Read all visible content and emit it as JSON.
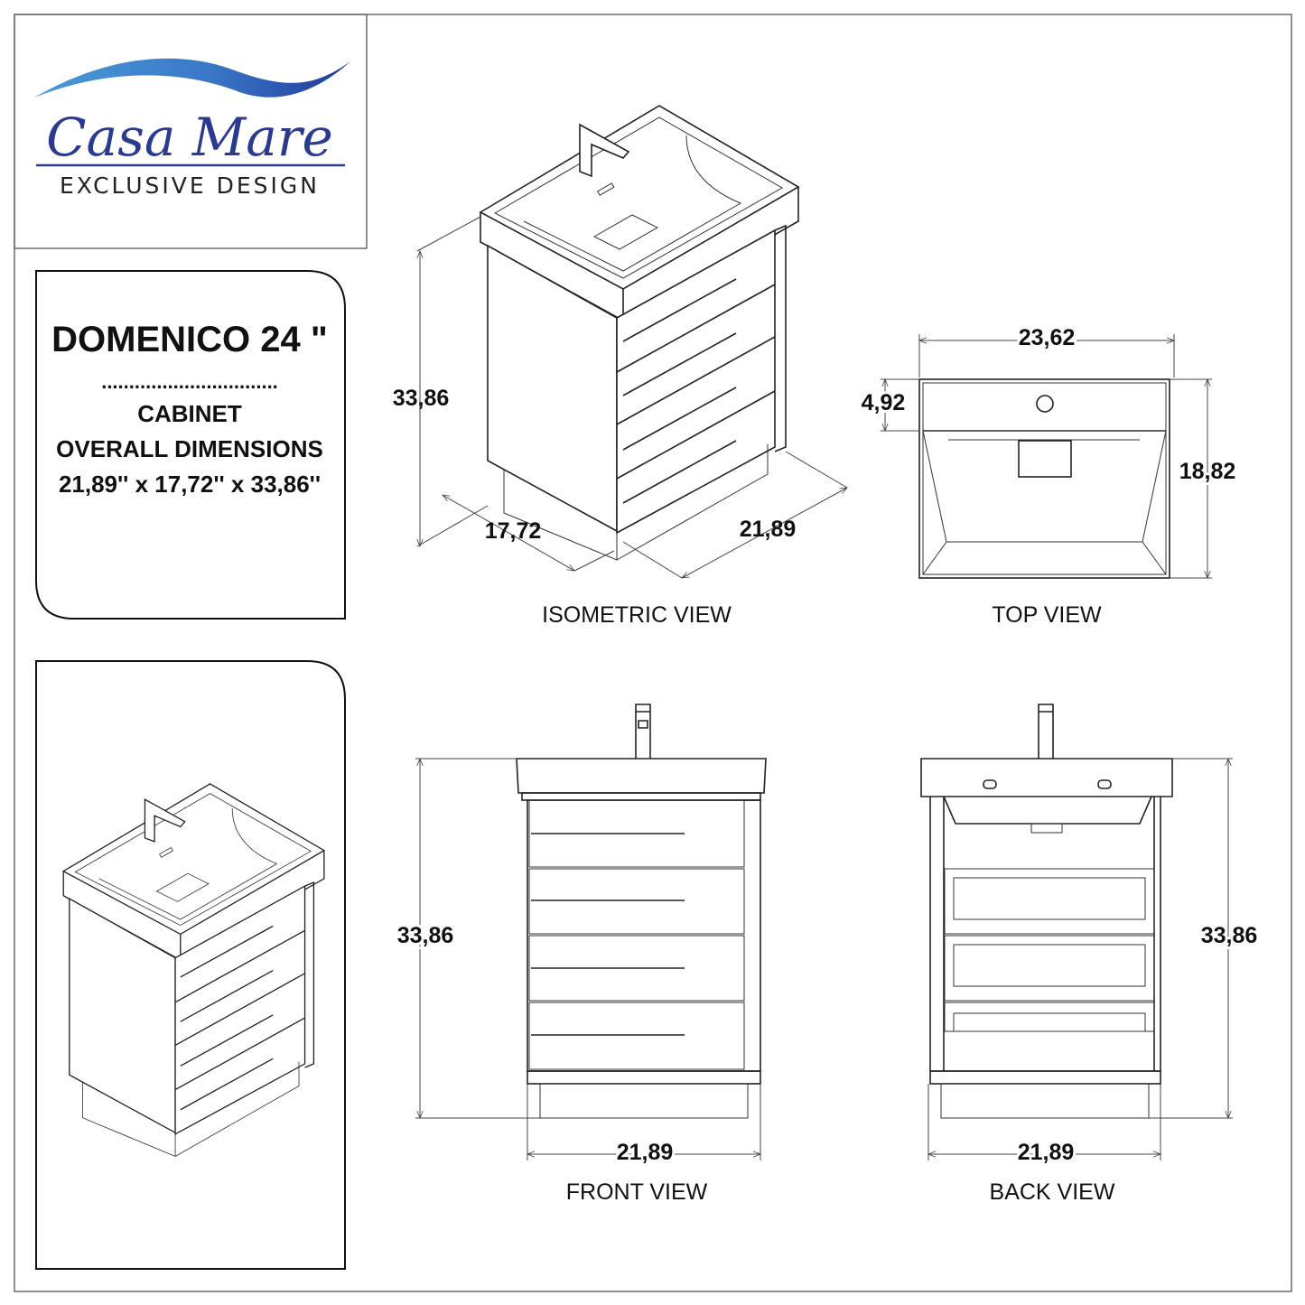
{
  "logo": {
    "brand": "Casa Mare",
    "tagline": "EXCLUSIVE DESIGN",
    "colors": {
      "wave_light": "#4a9ad8",
      "wave_dark": "#1f3a9a",
      "text": "#2a3a8f"
    }
  },
  "product": {
    "name": "DOMENICO 24 \"",
    "separator": "................................",
    "type": "CABINET",
    "dims_heading": "OVERALL DIMENSIONS",
    "dims": "21,89'' x 17,72'' x 33,86''"
  },
  "views": {
    "isometric": {
      "label": "ISOMETRIC VIEW",
      "height": "33,86",
      "depth": "17,72",
      "width": "21,89"
    },
    "top": {
      "label": "TOP VIEW",
      "width": "23,62",
      "rim": "4,92",
      "depth": "18,82"
    },
    "front": {
      "label": "FRONT VIEW",
      "height": "33,86",
      "width": "21,89"
    },
    "back": {
      "label": "BACK VIEW",
      "height": "33,86",
      "width": "21,89"
    }
  }
}
